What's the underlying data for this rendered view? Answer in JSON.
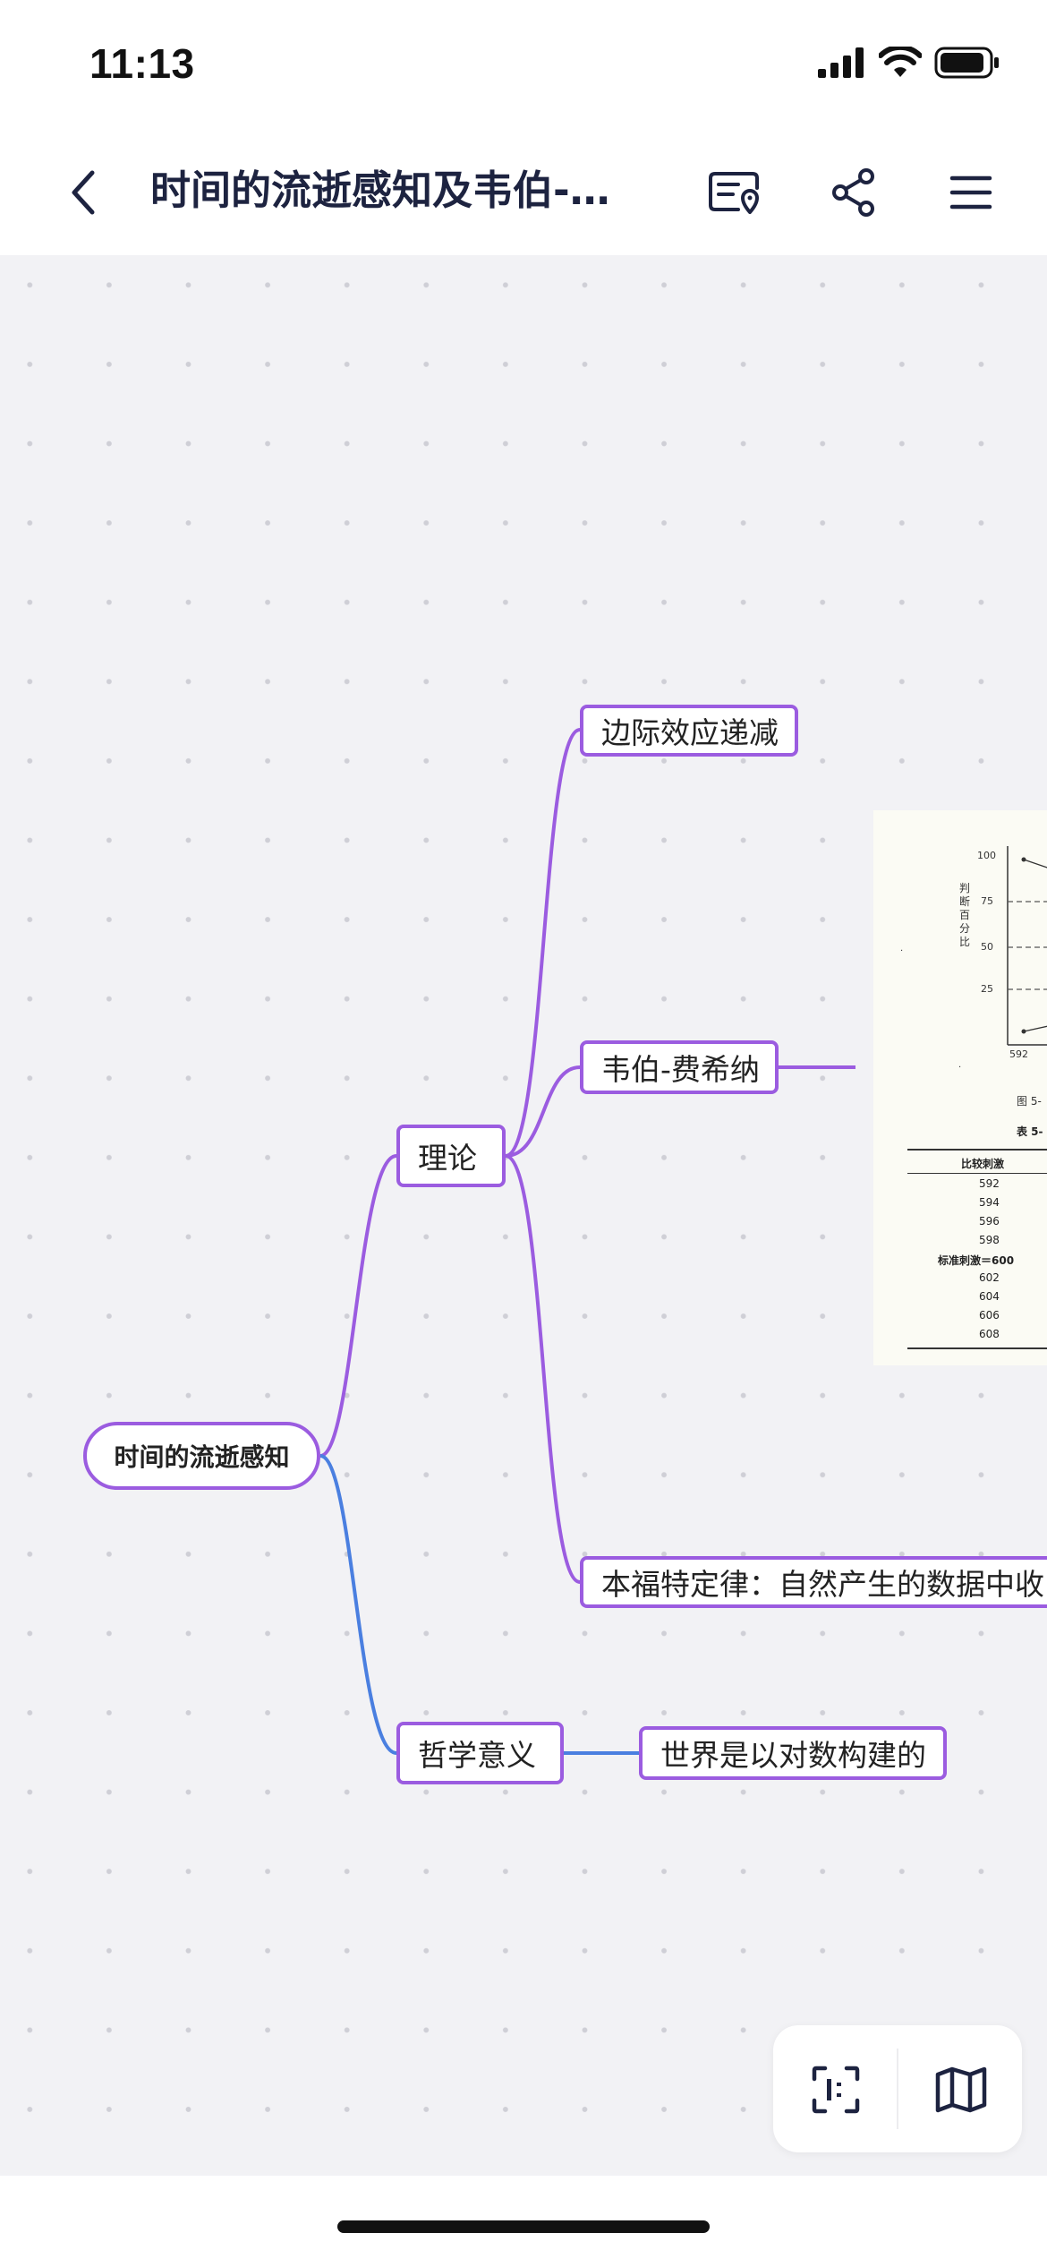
{
  "status_bar": {
    "time": "11:13"
  },
  "nav": {
    "title": "时间的流逝感知及韦伯-…",
    "back_icon": "chevron-left-icon",
    "actions": [
      "location-card-icon",
      "share-icon",
      "menu-icon"
    ]
  },
  "mindmap": {
    "root": {
      "label": "时间的流逝感知"
    },
    "theory": {
      "label": "理论",
      "children": [
        {
          "label": "边际效应递减"
        },
        {
          "label": "韦伯-费希纳"
        },
        {
          "label": "本福特定律：自然产生的数据中收"
        }
      ]
    },
    "philosophy": {
      "label": "哲学意义",
      "children": [
        {
          "label": "世界是以对数构建的"
        }
      ]
    },
    "colors": {
      "theory_branch": "#9b5ce0",
      "philosophy_branch": "#4a7fe0"
    }
  },
  "attached_image": {
    "y_axis_label": "判断百分比",
    "y_ticks": [
      "100",
      "75",
      "50",
      "25"
    ],
    "x_tick": "592",
    "figure_caption": "图 5-",
    "table_caption": "表 5-",
    "table_header": "比较刺激",
    "table_rows": [
      "592",
      "594",
      "596",
      "598",
      "标准刺激＝600",
      "602",
      "604",
      "606",
      "608"
    ]
  },
  "bottom_tools": {
    "icons": [
      "fit-view-icon",
      "outline-map-icon"
    ]
  }
}
